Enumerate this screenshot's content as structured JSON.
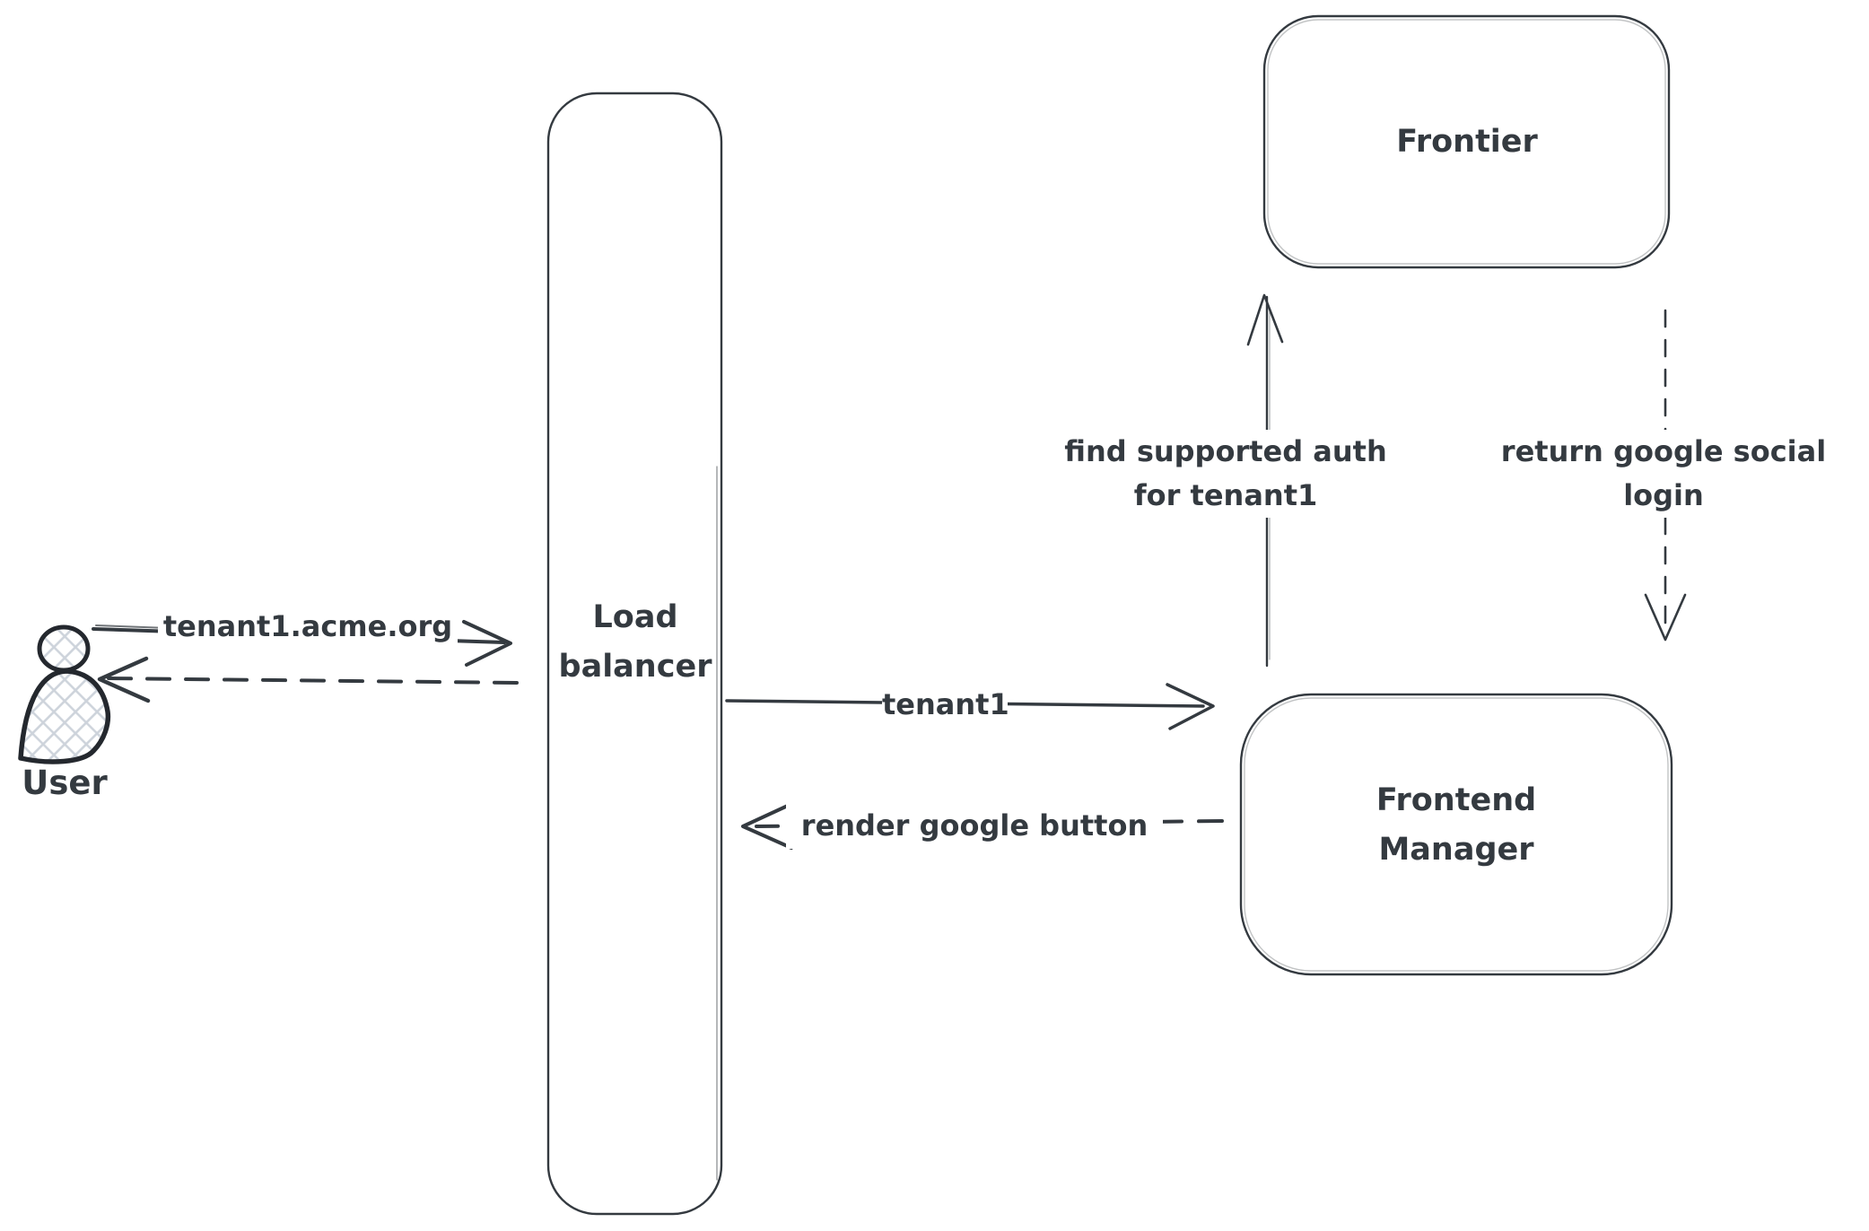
{
  "colors": {
    "background": "#ffffff",
    "stroke": "#343a40",
    "figure_outline": "#24282e",
    "hatch_fill": "#cdd3db"
  },
  "user": {
    "label": "User"
  },
  "nodes": {
    "load_balancer": {
      "line1": "Load",
      "line2": "balancer"
    },
    "frontier": {
      "label": "Frontier"
    },
    "frontend_manager": {
      "line1": "Frontend",
      "line2": "Manager"
    }
  },
  "arrows": {
    "request": {
      "label": "tenant1.acme.org"
    },
    "tenant1": {
      "label": "tenant1"
    },
    "render_google": {
      "label": "render google button"
    },
    "find_auth": {
      "line1": "find supported auth",
      "line2": "for tenant1"
    },
    "return_login": {
      "line1": "return google social",
      "line2": "login"
    }
  }
}
